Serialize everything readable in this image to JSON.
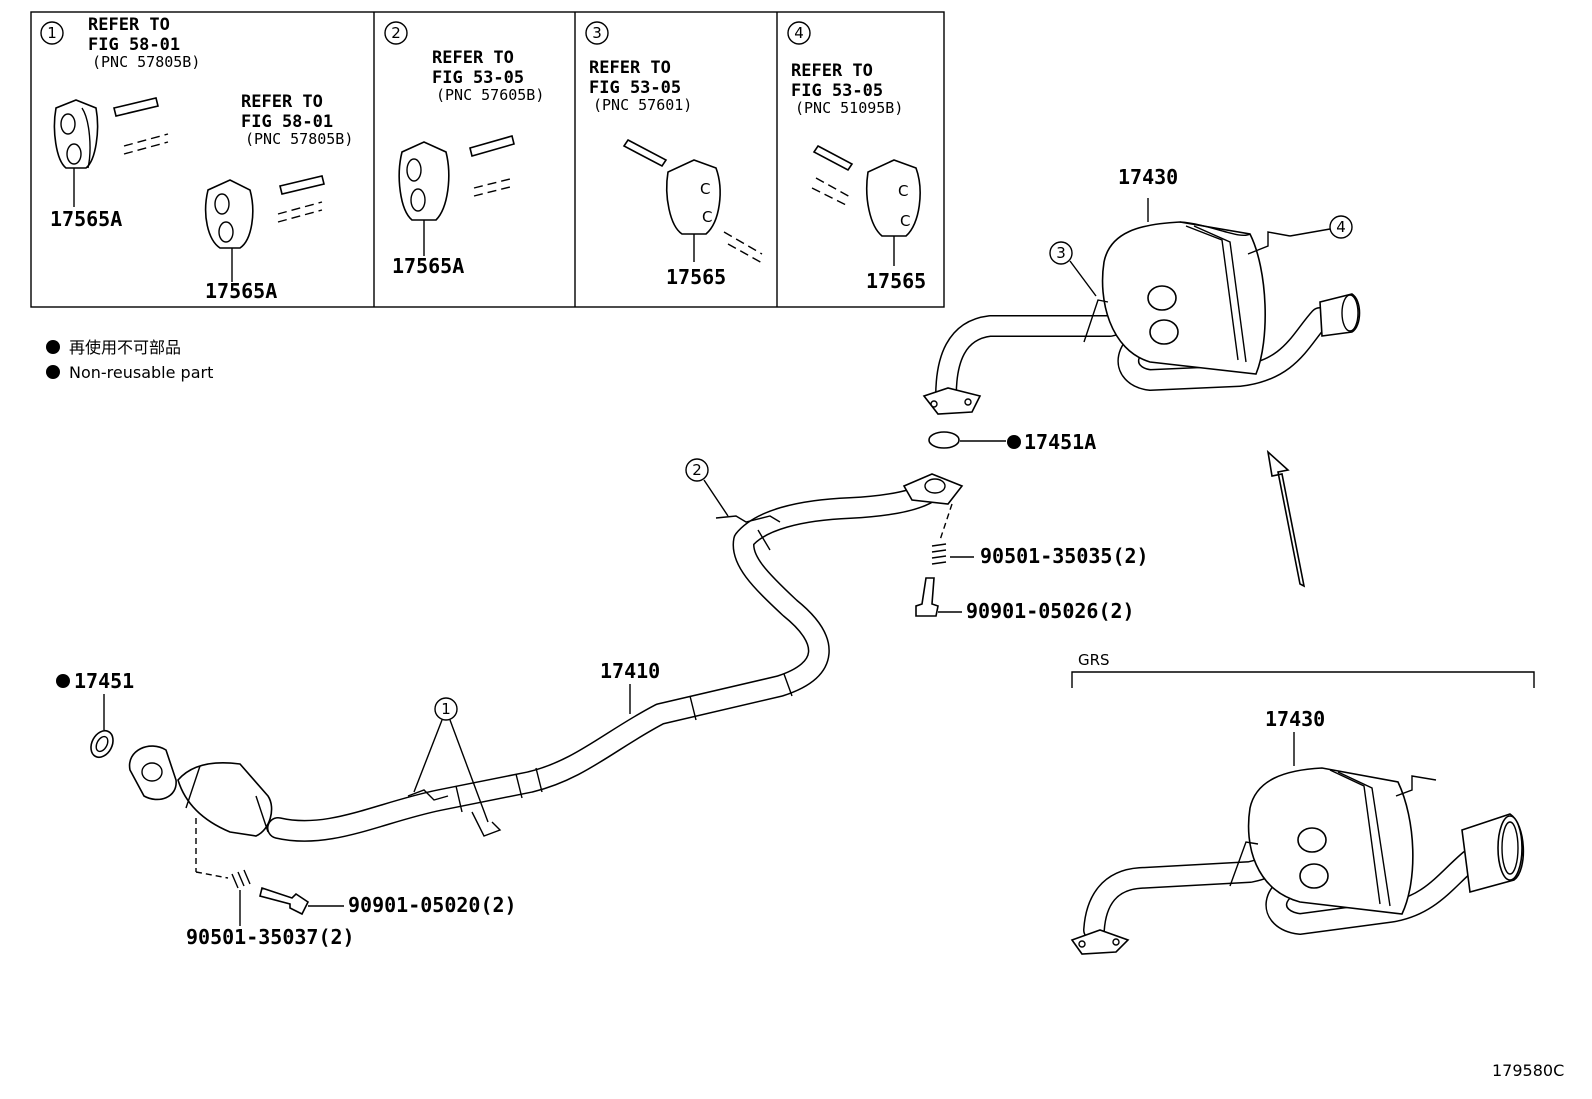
{
  "insets": [
    {
      "num": "1",
      "refs": [
        {
          "l1": "REFER TO",
          "l2": "FIG 58-01",
          "pnc": "(PNC 57805B)"
        },
        {
          "l1": "REFER TO",
          "l2": "FIG 58-01",
          "pnc": "(PNC 57805B)"
        }
      ],
      "parts": [
        "17565A",
        "17565A"
      ]
    },
    {
      "num": "2",
      "refs": [
        {
          "l1": "REFER TO",
          "l2": "FIG 53-05",
          "pnc": "(PNC 57605B)"
        }
      ],
      "parts": [
        "17565A"
      ]
    },
    {
      "num": "3",
      "refs": [
        {
          "l1": "REFER TO",
          "l2": "FIG 53-05",
          "pnc": "(PNC 57601)"
        }
      ],
      "parts": [
        "17565"
      ]
    },
    {
      "num": "4",
      "refs": [
        {
          "l1": "REFER TO",
          "l2": "FIG 53-05",
          "pnc": "(PNC 51095B)"
        }
      ],
      "parts": [
        "17565"
      ]
    }
  ],
  "legend": {
    "jp": "再使用不可部品",
    "en": "Non-reusable part"
  },
  "parts": {
    "muffler_top": "17430",
    "gasket_rear": "17451A",
    "spring_rear": "90501-35035(2)",
    "bolt_rear": "90901-05026(2)",
    "center_pipe": "17410",
    "gasket_front": "17451",
    "bolt_front": "90901-05020(2)",
    "spring_front": "90501-35037(2)",
    "muffler_grs": "17430"
  },
  "callouts": {
    "c1": "1",
    "c2": "2",
    "c3": "3",
    "c4": "4"
  },
  "grs_label": "GRS",
  "figure_code": "179580C"
}
